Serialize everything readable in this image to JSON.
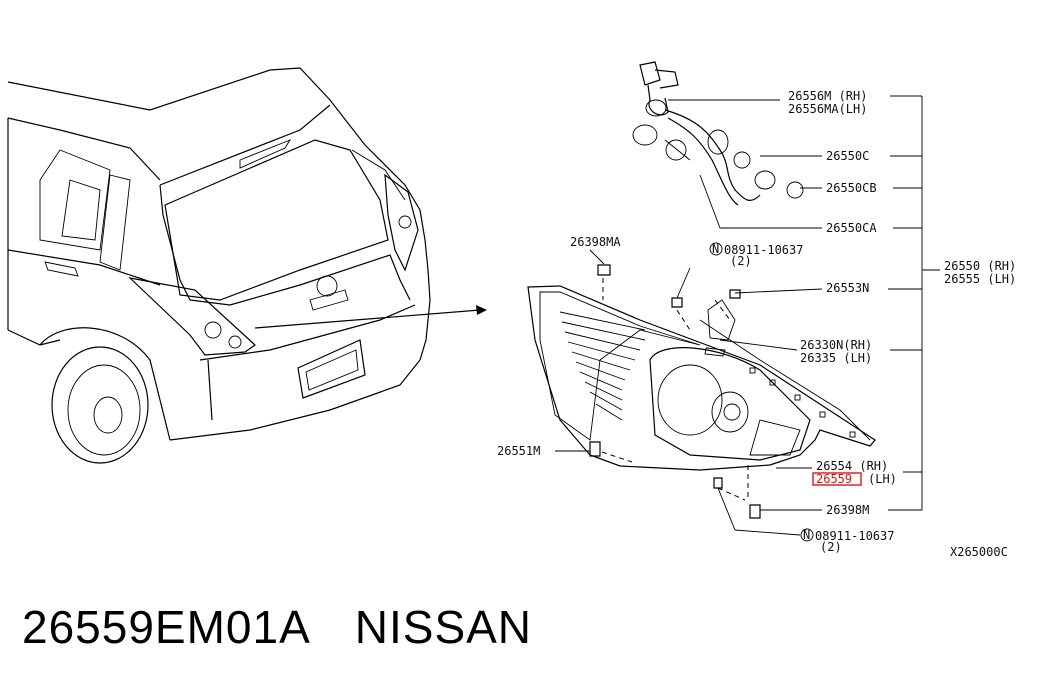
{
  "labels": {
    "l_26556M": "26556M (RH)",
    "l_26556MA": "26556MA(LH)",
    "l_26550C": "26550C",
    "l_26550CB": "26550CB",
    "l_26550CA": "26550CA",
    "l_26550": "26550 (RH)",
    "l_26555": "26555 (LH)",
    "l_26398MA": "26398MA",
    "l_08911a": "08911-10637",
    "l_08911a_qty": "(2)",
    "l_26553N": "26553N",
    "l_26330N": "26330N(RH)",
    "l_26335": "26335 (LH)",
    "l_26551M": "26551M",
    "l_26554": "26554 (RH)",
    "l_26559": "26559",
    "l_26559_side": "(LH)",
    "l_26398M": "26398M",
    "l_08911b": "08911-10637",
    "l_08911b_qty": "(2)",
    "l_code": "X265000C",
    "n_symbol": "N"
  },
  "caption": {
    "part_number": "26559EM01A",
    "brand": "NISSAN"
  },
  "colors": {
    "highlight": "#e01010"
  }
}
